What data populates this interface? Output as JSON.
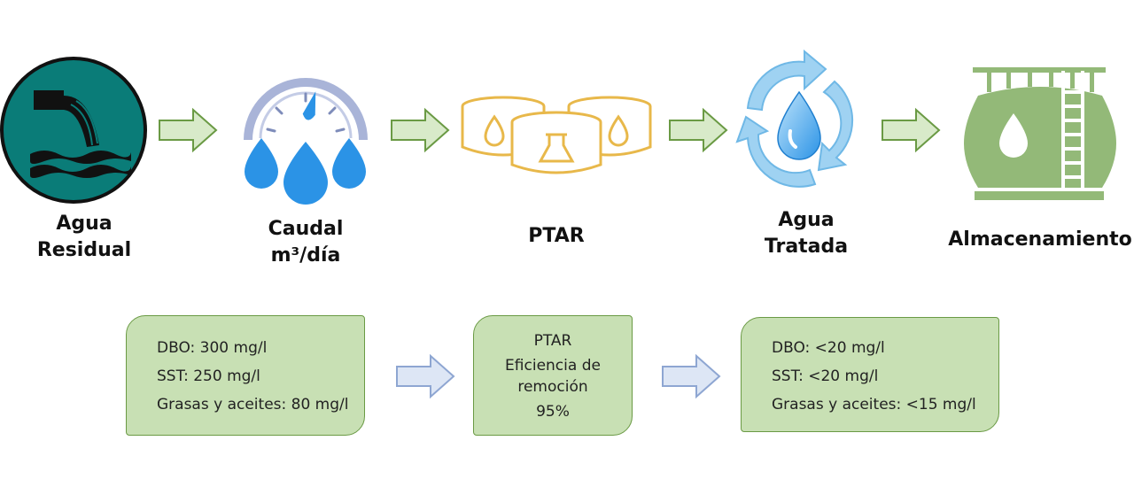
{
  "steps": [
    {
      "label_line1": "Agua",
      "label_line2": "Residual",
      "icon": "wastewater-pipe-icon"
    },
    {
      "label_line1": "Caudal",
      "label_line2": "m³/día",
      "icon": "flow-gauge-icon"
    },
    {
      "label_line1": "PTAR",
      "label_line2": "",
      "icon": "treatment-tanks-icon"
    },
    {
      "label_line1": "Agua",
      "label_line2": "Tratada",
      "icon": "recycled-water-icon"
    },
    {
      "label_line1": "Almacenamiento",
      "label_line2": "",
      "icon": "storage-tank-icon"
    }
  ],
  "boxes": {
    "influent": {
      "lines": [
        "DBO: 300 mg/l",
        "SST: 250 mg/l",
        "Grasas y aceites: 80 mg/l"
      ]
    },
    "plant": {
      "title": "PTAR",
      "line1": "Eficiencia de",
      "line2": "remoción",
      "value": "95%"
    },
    "effluent": {
      "lines": [
        "DBO: <20 mg/l",
        "SST: <20 mg/l",
        "Grasas y aceites: <15 mg/l"
      ]
    }
  },
  "colors": {
    "flow_arrow_fill": "#d8eac9",
    "flow_arrow_stroke": "#6a9a44",
    "data_arrow_fill": "#dde6f5",
    "data_arrow_stroke": "#8ea6d2",
    "box_fill": "#c8e0b4",
    "box_border": "#6a9a44",
    "wastewater_circle": "#0a7c78",
    "drop_blue": "#2b93e6",
    "tank_gold": "#e8b84a",
    "storage_green": "#93b978"
  }
}
